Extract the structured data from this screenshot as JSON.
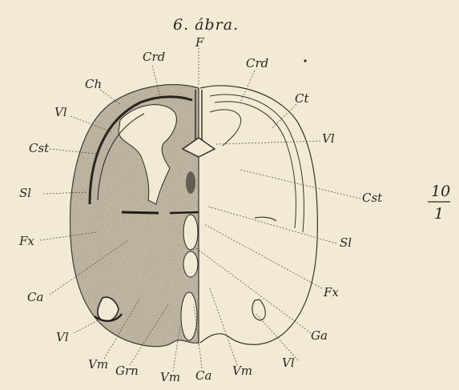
{
  "figure": {
    "title": "6. ábra.",
    "scale": {
      "numerator": "10",
      "denominator": "1"
    },
    "labels": {
      "F": "F",
      "Crd_left": "Crd",
      "Crd_right": "Crd",
      "Ch_left": "Ch",
      "Ct_right": "Ct",
      "Vl_left_top": "Vl",
      "Vl_right_top": "Vl",
      "Cst_left": "Cst",
      "Cst_right": "Cst",
      "Sl_left": "Sl",
      "Sl_right": "Sl",
      "Fx_left": "Fx",
      "Fx_right": "Fx",
      "Ca_left": "Ca",
      "Ga_right": "Ga",
      "Vl_left_bottom": "Vl",
      "Vl_right_bottom": "Vl",
      "Vm_1": "Vm",
      "Grn": "Grn",
      "Vm_2": "Vm",
      "Ca_bottom": "Ca",
      "Vm_3": "Vm"
    }
  }
}
